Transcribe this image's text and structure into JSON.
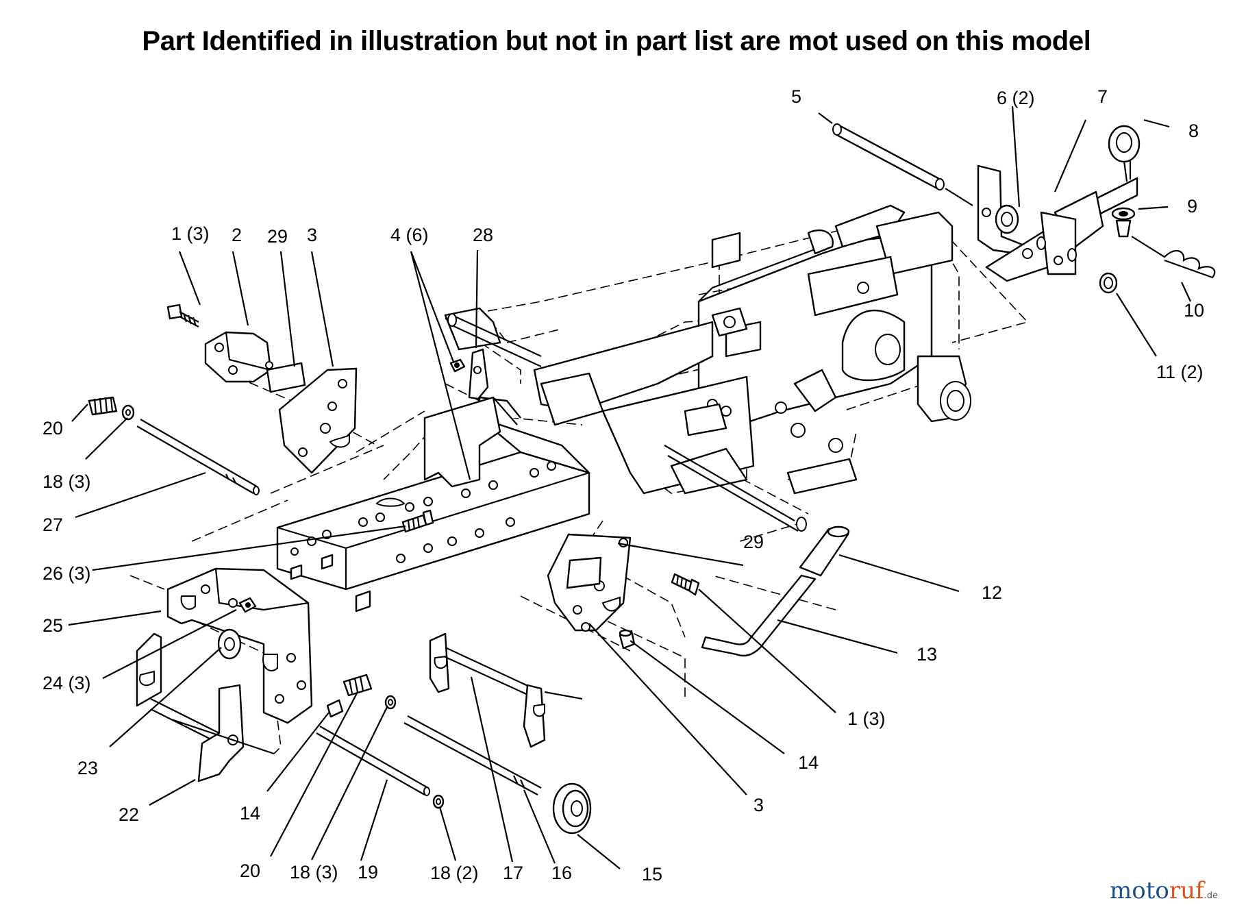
{
  "heading": "Part Identified in illustration but not in part list are mot used on this model",
  "watermark": {
    "part_a": "moto",
    "part_b": "ruf",
    "part_c": "",
    "tld": ".de"
  },
  "callouts": [
    {
      "id": "c5",
      "text": "5"
    },
    {
      "id": "c6",
      "text": "6 (2)"
    },
    {
      "id": "c7",
      "text": "7"
    },
    {
      "id": "c8",
      "text": "8"
    },
    {
      "id": "c9",
      "text": "9"
    },
    {
      "id": "c10",
      "text": "10"
    },
    {
      "id": "c11",
      "text": "11 (2)"
    },
    {
      "id": "c1a",
      "text": "1 (3)"
    },
    {
      "id": "c2",
      "text": "2"
    },
    {
      "id": "c29a",
      "text": "29"
    },
    {
      "id": "c3a",
      "text": "3"
    },
    {
      "id": "c4",
      "text": "4 (6)"
    },
    {
      "id": "c28",
      "text": "28"
    },
    {
      "id": "c20a",
      "text": "20"
    },
    {
      "id": "c18a",
      "text": "18 (3)"
    },
    {
      "id": "c27",
      "text": "27"
    },
    {
      "id": "c26",
      "text": "26 (3)"
    },
    {
      "id": "c25",
      "text": "25"
    },
    {
      "id": "c24",
      "text": "24 (3)"
    },
    {
      "id": "c23",
      "text": "23"
    },
    {
      "id": "c22",
      "text": "22"
    },
    {
      "id": "c14a",
      "text": "14"
    },
    {
      "id": "c20b",
      "text": "20"
    },
    {
      "id": "c18b",
      "text": "18 (3)"
    },
    {
      "id": "c19",
      "text": "19"
    },
    {
      "id": "c18c",
      "text": "18 (2)"
    },
    {
      "id": "c17",
      "text": "17"
    },
    {
      "id": "c16",
      "text": "16"
    },
    {
      "id": "c15",
      "text": "15"
    },
    {
      "id": "c3b",
      "text": "3"
    },
    {
      "id": "c14b",
      "text": "14"
    },
    {
      "id": "c1b",
      "text": "1 (3)"
    },
    {
      "id": "c13",
      "text": "13"
    },
    {
      "id": "c12",
      "text": "12"
    },
    {
      "id": "c29b",
      "text": "29"
    }
  ]
}
